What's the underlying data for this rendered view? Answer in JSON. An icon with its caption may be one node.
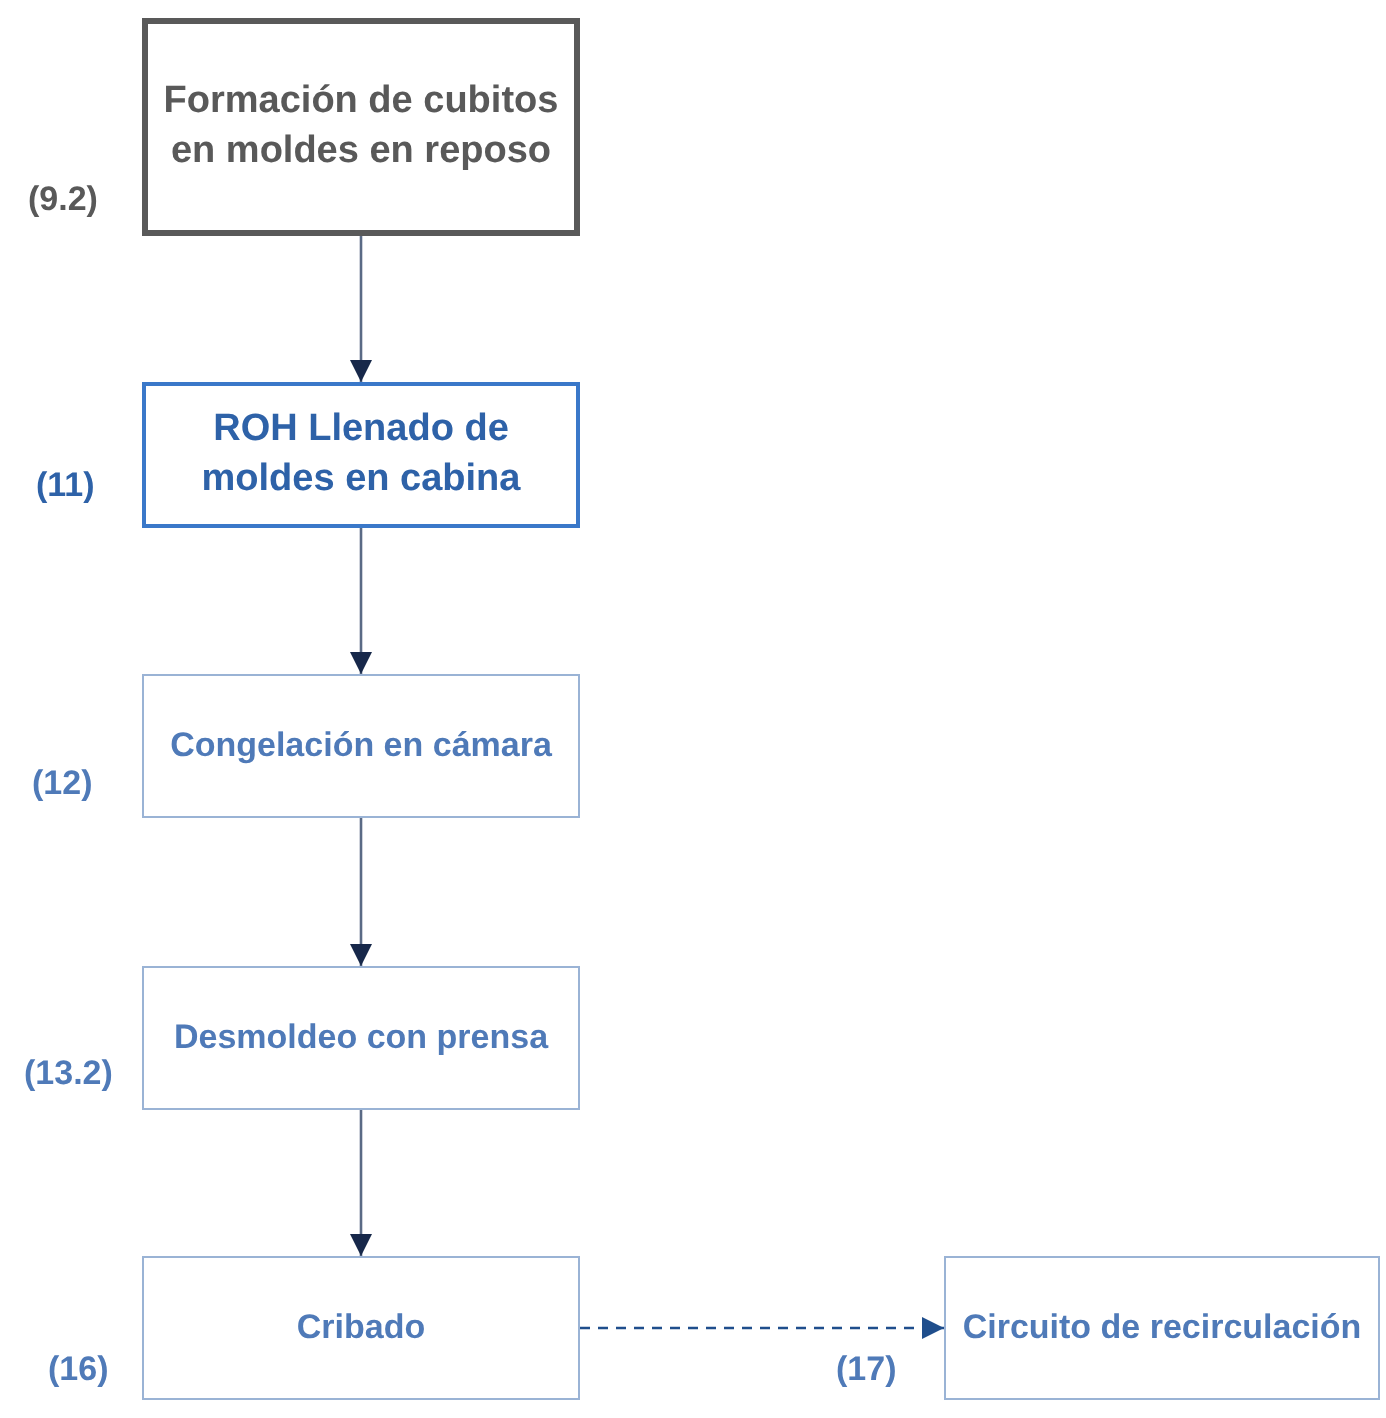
{
  "diagram": {
    "nodes": [
      {
        "text": [
          "Formación de cubitos en moldes en reposo"
        ],
        "beside": [
          "(9.2)"
        ]
      },
      {
        "text": [
          "ROH Llenado de moldes en cabina"
        ],
        "beside": [
          "(11)"
        ]
      },
      {
        "text": [
          "Congelación en cámara"
        ],
        "beside": [
          "(12)"
        ]
      },
      {
        "text": [
          "Desmoldeo con prensa"
        ],
        "beside": [
          "(13.2)"
        ]
      },
      {
        "text": [
          "Cribado"
        ],
        "beside": [
          "(16)"
        ]
      },
      {
        "text": [
          "Circuito de recirculación"
        ],
        "beside": [
          "(17)"
        ]
      }
    ],
    "edges": [
      {
        "from": 0,
        "to": 1,
        "arrow": "to"
      },
      {
        "from": 1,
        "to": 2,
        "arrow": "to"
      },
      {
        "from": 2,
        "to": 3,
        "arrow": "to"
      },
      {
        "from": 3,
        "to": 4,
        "arrow": "to"
      },
      {
        "from": 4,
        "to": 5,
        "arrow": "to",
        "style": "dashed"
      }
    ]
  }
}
